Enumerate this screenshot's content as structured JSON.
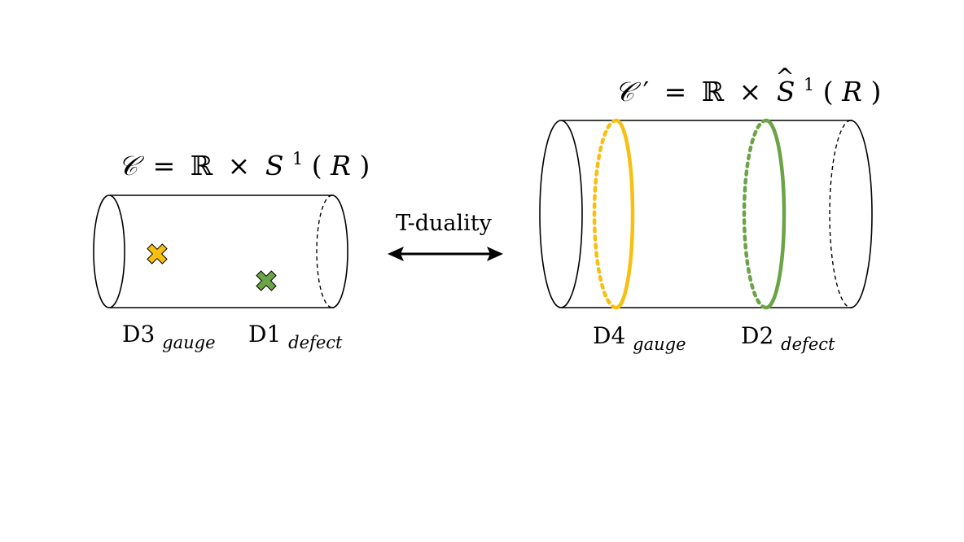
{
  "left_panel": {
    "space_label": {
      "calC": "𝒞",
      "equals": "=",
      "reals": "ℝ",
      "times": "×",
      "S": "S",
      "sup": "1",
      "lparen": "(",
      "radius": "R",
      "rparen": ")"
    },
    "d3": {
      "base": "D3",
      "sub": "gauge"
    },
    "d1": {
      "base": "D1",
      "sub": "defect"
    }
  },
  "middle": {
    "label": "T-duality"
  },
  "right_panel": {
    "space_label": {
      "calC": "𝒞",
      "prime": "′",
      "equals": "=",
      "reals": "ℝ",
      "times": "×",
      "S": "S",
      "sup": "1",
      "lparen": "(",
      "radius": "R",
      "hat": "^",
      "rparen": ")"
    },
    "d4": {
      "base": "D4",
      "sub": "gauge"
    },
    "d2": {
      "base": "D2",
      "sub": "defect"
    }
  },
  "colors": {
    "gauge": "#F7BF10",
    "defect": "#6BA446",
    "outline": "#000000"
  },
  "icons": {
    "d3_marker": "cross-icon",
    "d1_marker": "cross-icon"
  }
}
